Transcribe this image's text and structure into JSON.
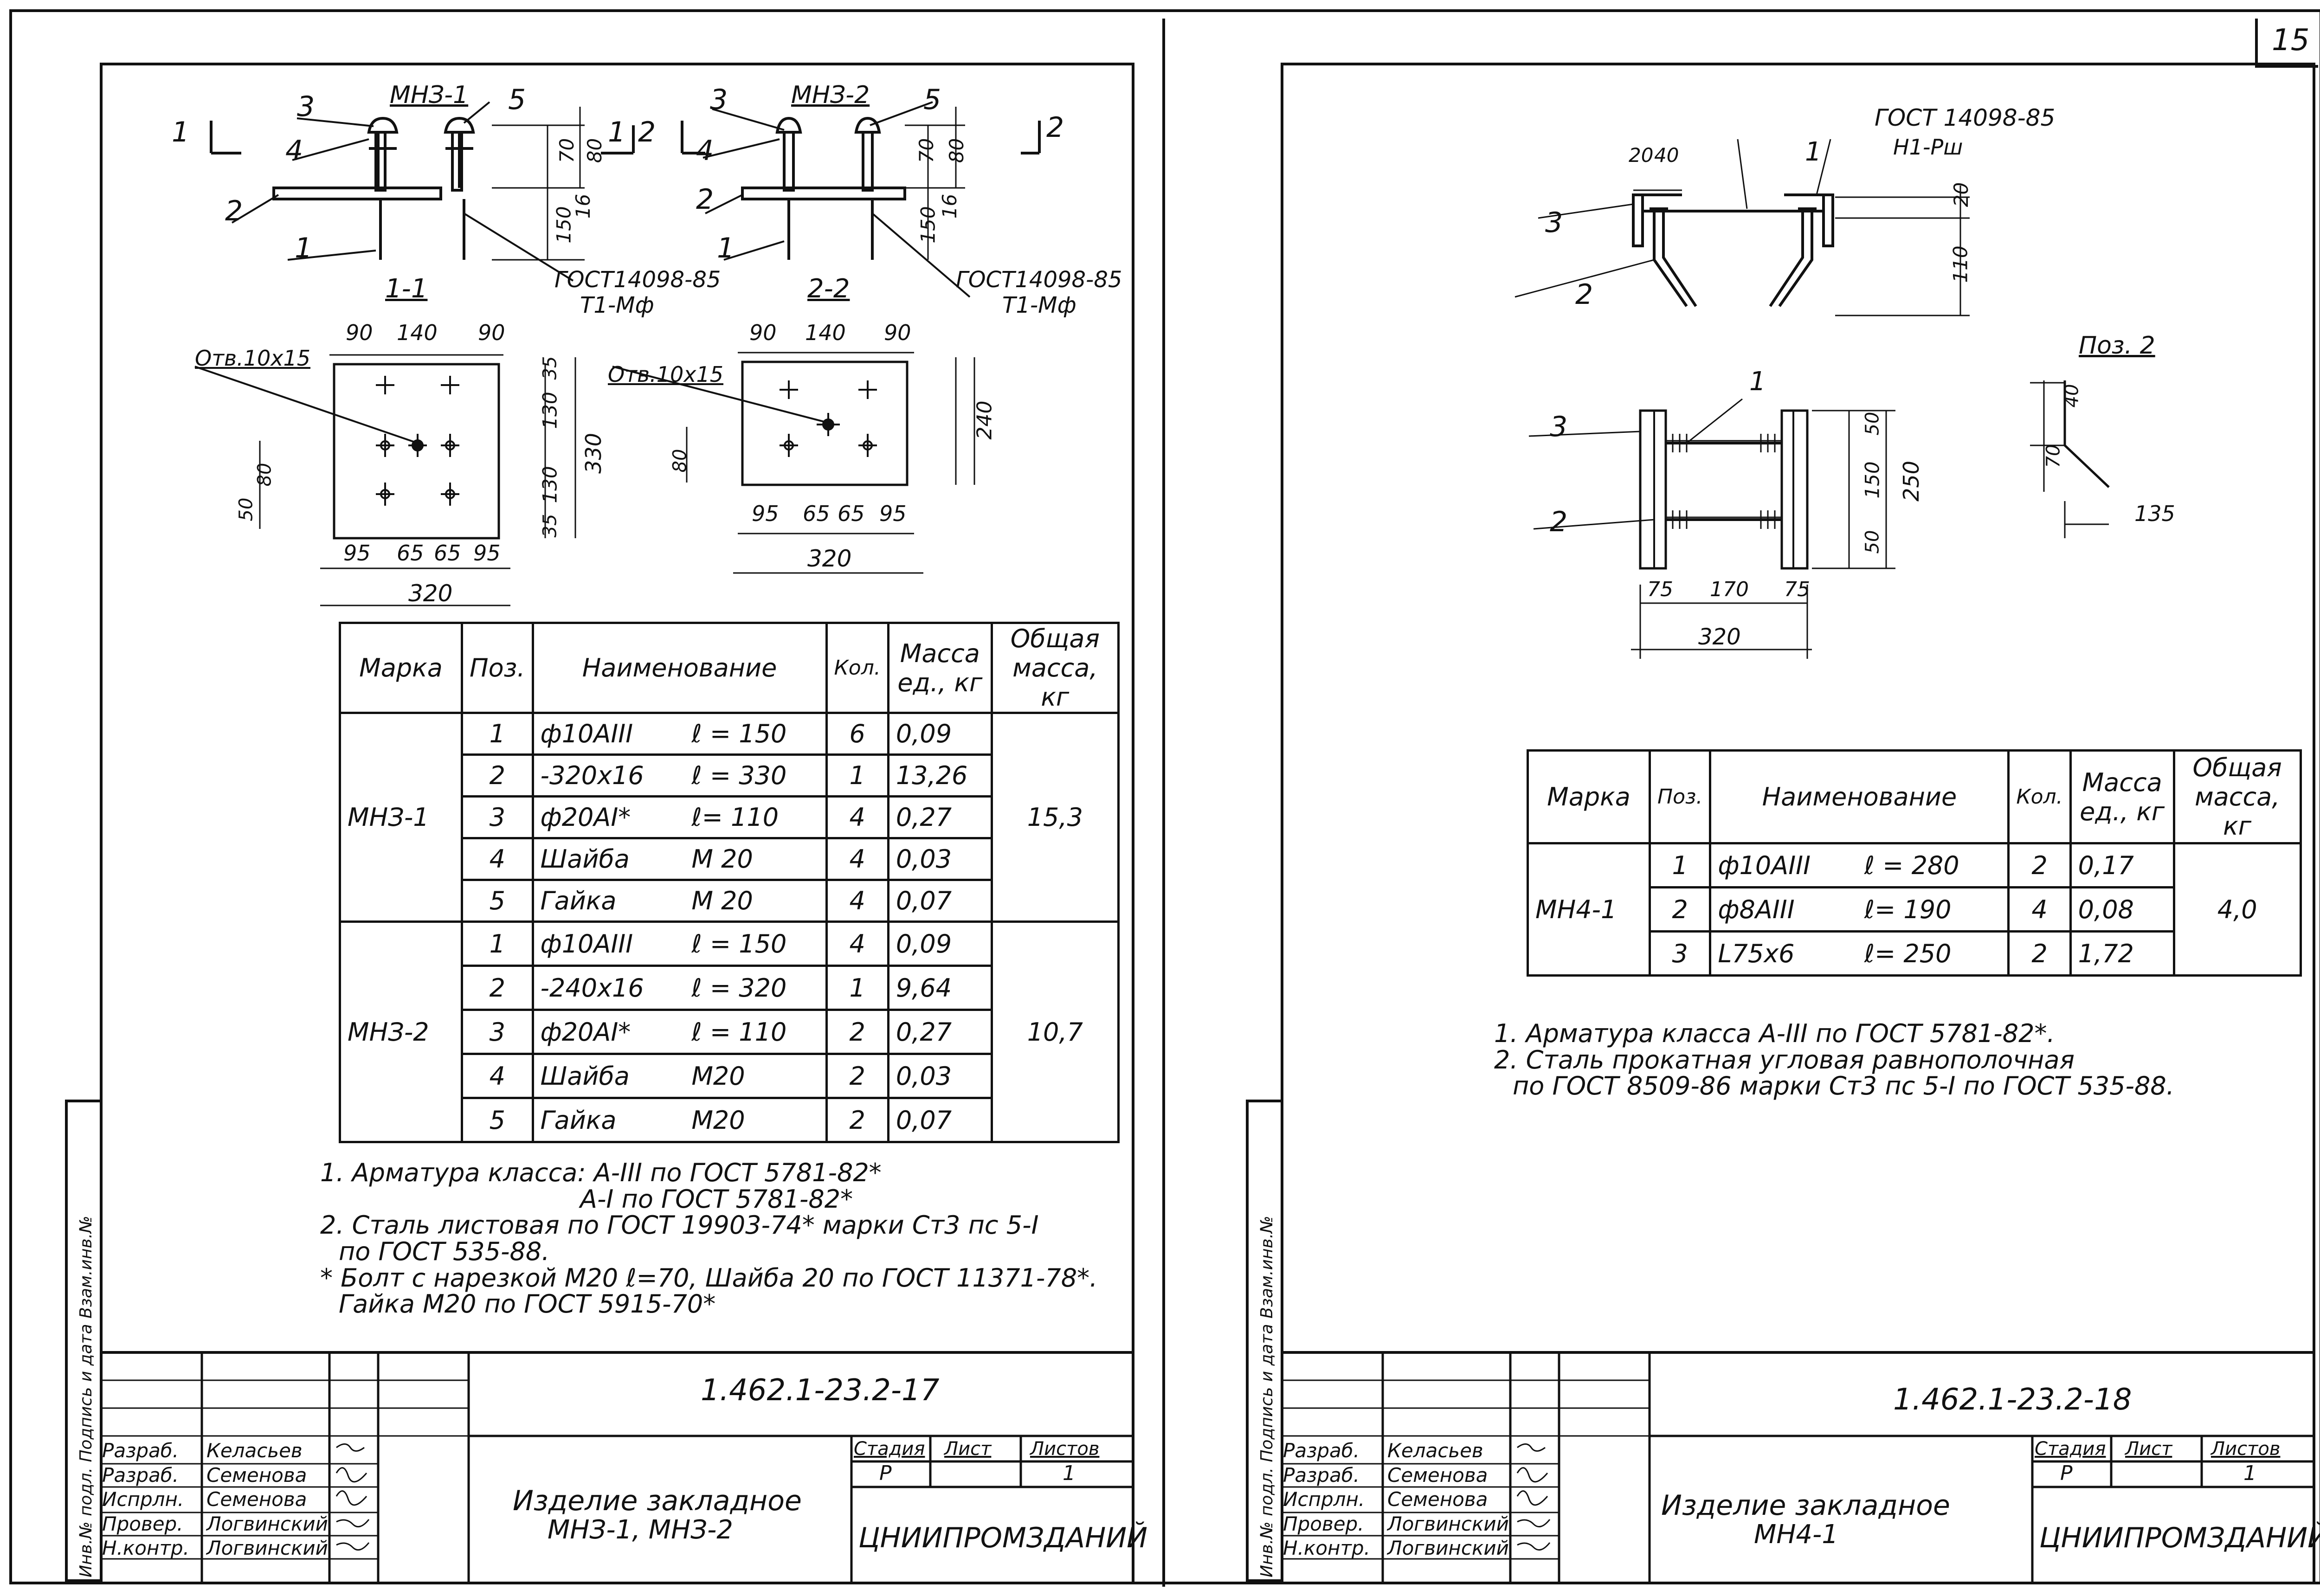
{
  "page_number": "15",
  "left": {
    "marks": {
      "mark1": "МНЗ-1",
      "mark2": "МНЗ-2"
    },
    "section_marks": {
      "s1": "1",
      "s2": "2",
      "s1_label": "1-1",
      "s2_label": "2-2"
    },
    "positions": {
      "p1": "1",
      "p2": "2",
      "p3": "3",
      "p4": "4",
      "p5": "5"
    },
    "gost_weld": "ГОСТ14098-85",
    "weld_type": "Т1-Мф",
    "hole": "Отв.10х15",
    "dims": {
      "d70": "70",
      "d80": "80",
      "d150": "150",
      "d16": "16",
      "d90": "90",
      "d140": "140",
      "d95": "95",
      "d65": "65",
      "d320": "320",
      "d330": "330",
      "d130": "130",
      "d35": "35",
      "d50": "50",
      "d240": "240"
    },
    "table": {
      "headers": [
        "Марка",
        "Поз.",
        "Наименование",
        "Кол.",
        "Масса ед., кг",
        "Общая масса, кг"
      ],
      "groups": [
        {
          "mark": "МНЗ-1",
          "total": "15,3",
          "rows": [
            {
              "pos": "1",
              "name": "ф10АIII",
              "len": "ℓ = 150",
              "qty": "6",
              "mass": "0,09"
            },
            {
              "pos": "2",
              "name": "-320х16",
              "len": "ℓ = 330",
              "qty": "1",
              "mass": "13,26"
            },
            {
              "pos": "3",
              "name": "ф20АI*",
              "len": "ℓ= 110",
              "qty": "4",
              "mass": "0,27"
            },
            {
              "pos": "4",
              "name": "Шайба",
              "len": "М 20",
              "qty": "4",
              "mass": "0,03"
            },
            {
              "pos": "5",
              "name": "Гайка",
              "len": "М 20",
              "qty": "4",
              "mass": "0,07"
            }
          ]
        },
        {
          "mark": "МНЗ-2",
          "total": "10,7",
          "rows": [
            {
              "pos": "1",
              "name": "ф10АIII",
              "len": "ℓ = 150",
              "qty": "4",
              "mass": "0,09"
            },
            {
              "pos": "2",
              "name": "-240х16",
              "len": "ℓ = 320",
              "qty": "1",
              "mass": "9,64"
            },
            {
              "pos": "3",
              "name": "ф20АI*",
              "len": "ℓ = 110",
              "qty": "2",
              "mass": "0,27"
            },
            {
              "pos": "4",
              "name": "Шайба",
              "len": "М20",
              "qty": "2",
              "mass": "0,03"
            },
            {
              "pos": "5",
              "name": "Гайка",
              "len": "М20",
              "qty": "2",
              "mass": "0,07"
            }
          ]
        }
      ]
    },
    "notes": [
      "1. Арматура класса: А-III по ГОСТ 5781-82*",
      "А-I по ГОСТ 5781-82*",
      "2. Сталь листовая по ГОСТ 19903-74* марки Ст3 пс 5-I",
      "по ГОСТ 535-88.",
      "* Болт с нарезкой М20 ℓ=70, Шайба 20 по ГОСТ 11371-78*.",
      "Гайка М20 по ГОСТ 5915-70*"
    ],
    "stamp": {
      "code": "1.462.1-23.2-17",
      "title1": "Изделие закладное",
      "title2": "МНЗ-1,  МНЗ-2",
      "stage_label": "Стадия",
      "sheet_label": "Лист",
      "sheets_label": "Листов",
      "stage": "Р",
      "sheet": "",
      "sheets": "1",
      "org": "ЦНИИПРОМЗДАНИЙ",
      "roles": [
        "Разраб.",
        "Разраб.",
        "Испрлн.",
        "Провер.",
        "Н.контр."
      ],
      "names": [
        "Келасьев",
        "Семенова",
        "Семенова",
        "Логвинский",
        "Логвинский"
      ]
    },
    "side_stamp": "Инв.№ подл.  Подпись и дата  Взам.инв.№"
  },
  "right": {
    "gost_weld": "ГОСТ 14098-85",
    "weld_type": "Н1-Рш",
    "positions": {
      "p1": "1",
      "p2": "2",
      "p3": "3"
    },
    "poz2_label": "Поз. 2",
    "dims": {
      "d20": "20",
      "d40": "40",
      "d110": "110",
      "d50": "50",
      "d150": "150",
      "d250": "250",
      "d75": "75",
      "d170": "170",
      "d320": "320",
      "d70": "70",
      "d135": "135"
    },
    "table": {
      "headers": [
        "Марка",
        "Поз.",
        "Наименование",
        "Кол.",
        "Масса ед., кг",
        "Общая масса, кг"
      ],
      "groups": [
        {
          "mark": "МН4-1",
          "total": "4,0",
          "rows": [
            {
              "pos": "1",
              "name": "ф10АIII",
              "len": "ℓ = 280",
              "qty": "2",
              "mass": "0,17"
            },
            {
              "pos": "2",
              "name": "ф8АIII",
              "len": "ℓ= 190",
              "qty": "4",
              "mass": "0,08"
            },
            {
              "pos": "3",
              "name": "L75х6",
              "len": "ℓ= 250",
              "qty": "2",
              "mass": "1,72"
            }
          ]
        }
      ]
    },
    "notes": [
      "1. Арматура класса  А-III по ГОСТ 5781-82*.",
      "2. Сталь прокатная угловая равнополочная",
      "по ГОСТ 8509-86 марки  Ст3 пс 5-I по ГОСТ 535-88."
    ],
    "stamp": {
      "code": "1.462.1-23.2-18",
      "title1": "Изделие закладное",
      "title2": "МН4-1",
      "stage_label": "Стадия",
      "sheet_label": "Лист",
      "sheets_label": "Листов",
      "stage": "Р",
      "sheet": "",
      "sheets": "1",
      "org": "ЦНИИПРОМЗДАНИЙ",
      "roles": [
        "Разраб.",
        "Разраб.",
        "Испрлн.",
        "Провер.",
        "Н.контр."
      ],
      "names": [
        "Келасьев",
        "Семенова",
        "Семенова",
        "Логвинский",
        "Логвинский"
      ]
    },
    "side_stamp": "Инв.№ подл.  Подпись и дата  Взам.инв.№"
  }
}
